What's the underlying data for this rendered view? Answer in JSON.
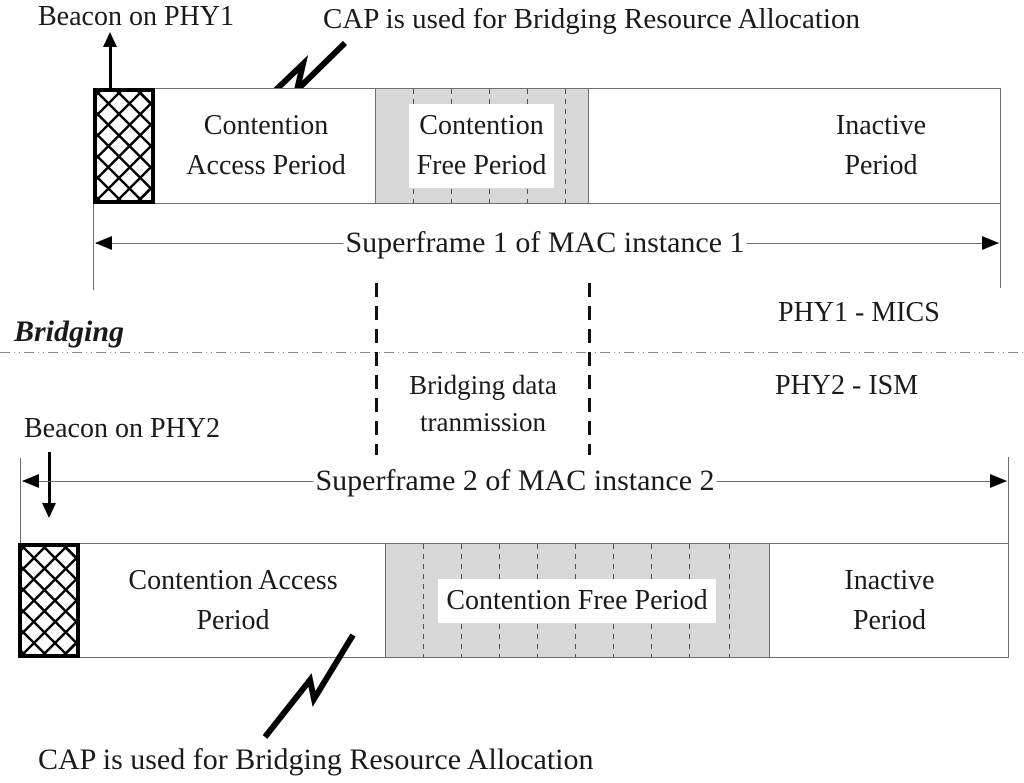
{
  "captions": {
    "beacon_phy1": "Beacon on PHY1",
    "cap_note_top": "CAP is used for Bridging Resource Allocation",
    "cap_note_bottom": "CAP is used for Bridging Resource Allocation",
    "beacon_phy2": "Beacon on PHY2",
    "bridging": "Bridging",
    "phy1": "PHY1 - MICS",
    "phy2": "PHY2 - ISM",
    "bridging_data_line1": "Bridging data",
    "bridging_data_line2": "tranmission"
  },
  "superframe1": {
    "dimension_label": "Superframe 1 of MAC instance 1",
    "cap_line1": "Contention",
    "cap_line2": "Access Period",
    "cfp_line1": "Contention",
    "cfp_line2": "Free Period",
    "inactive_line1": "Inactive",
    "inactive_line2": "Period"
  },
  "superframe2": {
    "dimension_label": "Superframe 2 of MAC instance 2",
    "cap_line1": "Contention Access",
    "cap_line2": "Period",
    "cfp_label": "Contention Free Period",
    "inactive_line1": "Inactive",
    "inactive_line2": "Period"
  },
  "colors": {
    "cfp_fill": "#d8d8d8",
    "line": "#6e6e6e",
    "ink": "#1a1a1a"
  }
}
